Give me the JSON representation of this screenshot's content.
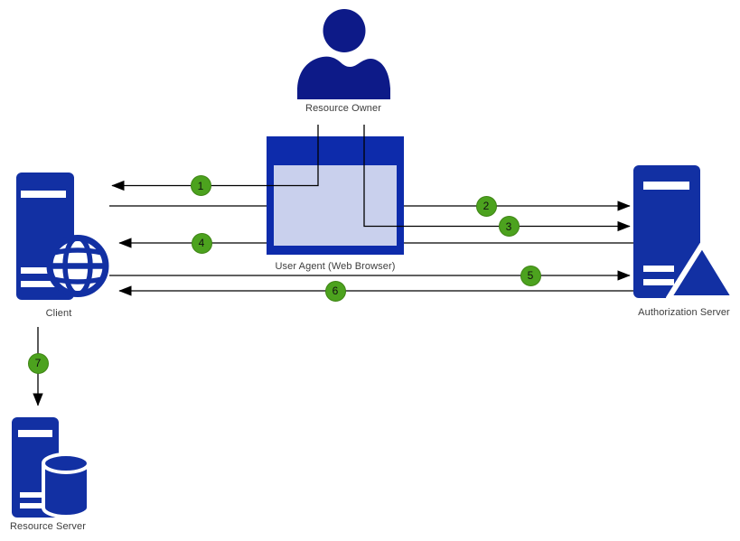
{
  "diagram": {
    "kind": "oauth-authorization-flow-diagram",
    "colors": {
      "person_blue": "#0D1A88",
      "shape_blue": "#1230A3",
      "browser_blue": "#0D2BAB",
      "badge_green": "#4CA21E",
      "badge_border_green": "#3E8414",
      "connector_black": "#000000",
      "label_gray": "#3d3d3d"
    },
    "nodes": {
      "resource_owner": {
        "label": "Resource Owner",
        "icon": "person-icon"
      },
      "user_agent": {
        "label": "User Agent (Web Browser)",
        "icon": "browser-window-icon"
      },
      "client": {
        "label": "Client",
        "icon": "server-tower-globe-icon"
      },
      "authorization_server": {
        "label": "Authorization Server",
        "icon": "server-tower-triangle-icon"
      },
      "resource_server": {
        "label": "Resource Server",
        "icon": "server-tower-database-icon"
      }
    },
    "steps": [
      {
        "number": "1",
        "from": "resource_owner",
        "to": "client",
        "direction": "left"
      },
      {
        "number": "2",
        "from": "client",
        "to": "authorization_server",
        "direction": "right"
      },
      {
        "number": "3",
        "from": "resource_owner",
        "to": "authorization_server",
        "direction": "right"
      },
      {
        "number": "4",
        "from": "authorization_server",
        "to": "client",
        "direction": "left"
      },
      {
        "number": "5",
        "from": "client",
        "to": "authorization_server",
        "direction": "right"
      },
      {
        "number": "6",
        "from": "authorization_server",
        "to": "client",
        "direction": "left"
      },
      {
        "number": "7",
        "from": "client",
        "to": "resource_server",
        "direction": "down"
      }
    ]
  }
}
